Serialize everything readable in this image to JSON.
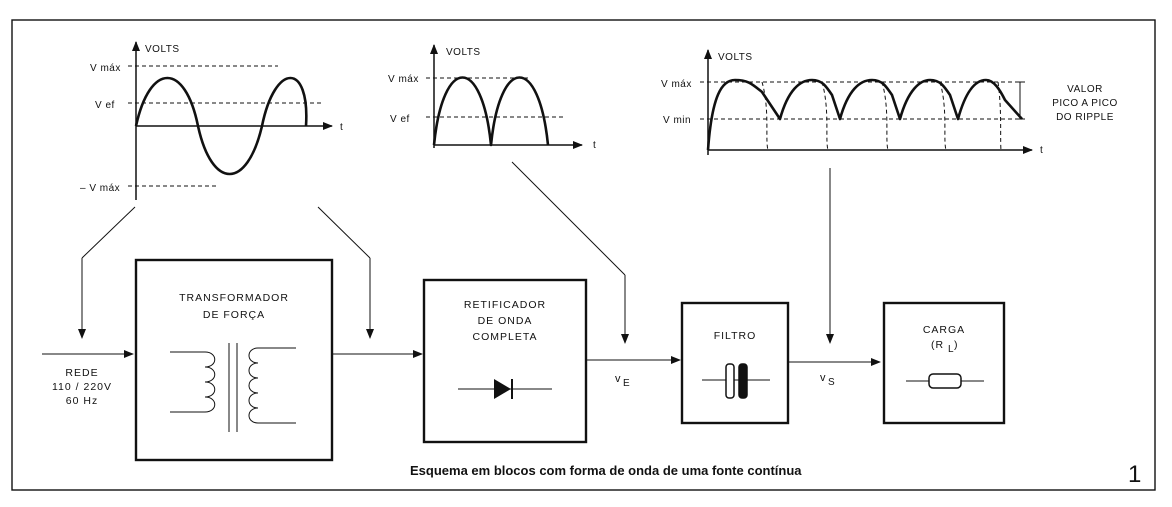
{
  "waveforms": {
    "ac": {
      "volts": "VOLTS",
      "t": "t",
      "vmax": "V máx",
      "vef": "V ef",
      "neg_vmax": "– V máx"
    },
    "rectified": {
      "volts": "VOLTS",
      "t": "t",
      "vmax": "V máx",
      "vef": "V ef"
    },
    "filtered": {
      "volts": "VOLTS",
      "t": "t",
      "vmax": "V máx",
      "vmin": "V min",
      "ripple_note": [
        "VALOR",
        "PICO A PICO",
        "DO RIPPLE"
      ]
    }
  },
  "blocks": {
    "transformer": [
      "TRANSFORMADOR",
      "DE FORÇA"
    ],
    "rectifier": [
      "RETIFICADOR",
      "DE ONDA",
      "COMPLETA"
    ],
    "filter": [
      "FILTRO"
    ],
    "load": [
      "CARGA",
      "(R",
      "L",
      ")"
    ]
  },
  "input_label": [
    "REDE",
    "110 / 220V",
    "60 Hz"
  ],
  "signals": {
    "ve": "v",
    "ve_sub": "E",
    "vs": "v",
    "vs_sub": "S"
  },
  "caption": "Esquema em blocos com forma de onda de uma fonte contínua",
  "figure_number": "1"
}
